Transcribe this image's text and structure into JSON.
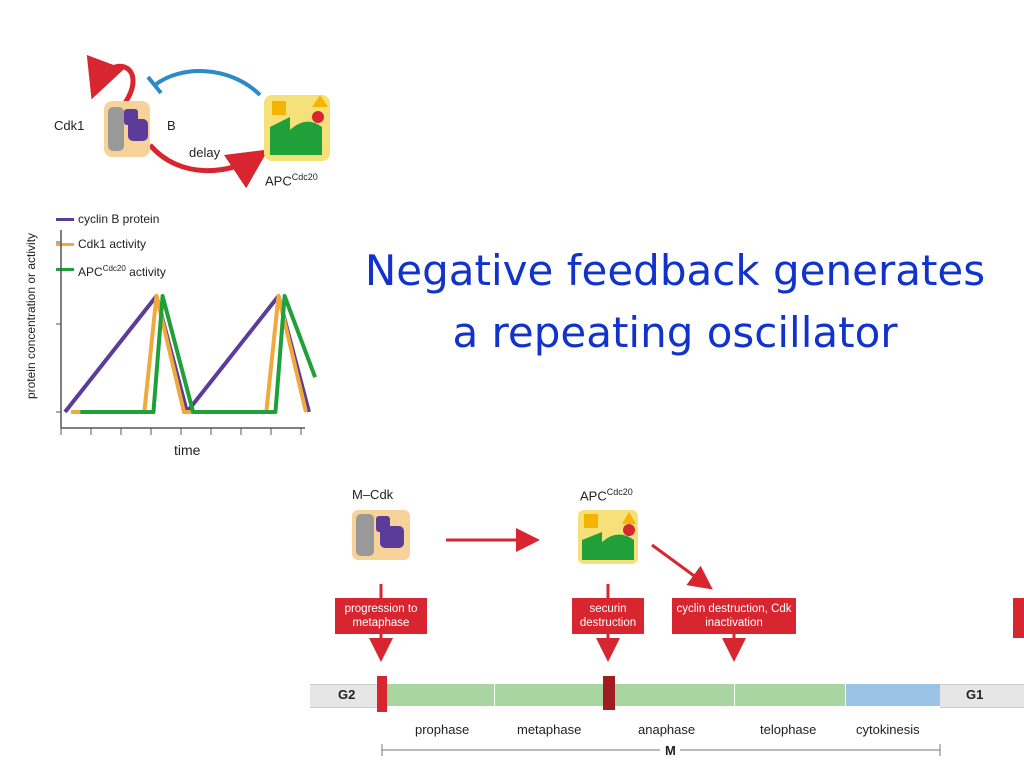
{
  "title_line1": "Negative feedback generates",
  "title_line2": "a repeating oscillator",
  "feedback": {
    "cdk1_label": "Cdk1",
    "b_label": "B",
    "delay_label": "delay",
    "apc_label": "APC",
    "apc_sup": "Cdc20"
  },
  "chart": {
    "ylabel": "protein concentration or activity",
    "xlabel": "time",
    "legend": [
      {
        "label": "cyclin B protein",
        "sup": "",
        "suffix": "",
        "color": "#5b3c9a"
      },
      {
        "label": "Cdk1 activity",
        "sup": "",
        "suffix": "",
        "color": "#f2a93b"
      },
      {
        "label": "APC",
        "sup": "Cdc20",
        "suffix": " activity",
        "color": "#1fa038"
      }
    ]
  },
  "chart_data": {
    "type": "line",
    "xlabel": "time",
    "ylabel": "protein concentration or activity",
    "series": [
      {
        "name": "cyclin B protein",
        "color": "#5b3c9a",
        "points": [
          [
            0,
            0
          ],
          [
            3,
            1
          ],
          [
            4,
            0
          ],
          [
            7,
            1
          ],
          [
            8,
            0
          ]
        ]
      },
      {
        "name": "Cdk1 activity",
        "color": "#f2a93b",
        "points": [
          [
            0.2,
            0
          ],
          [
            2.6,
            0
          ],
          [
            3,
            1
          ],
          [
            3.9,
            0
          ],
          [
            6.6,
            0
          ],
          [
            7,
            1
          ],
          [
            7.9,
            0
          ]
        ]
      },
      {
        "name": "APC Cdc20 activity",
        "color": "#1fa038",
        "points": [
          [
            0.5,
            0
          ],
          [
            2.9,
            0
          ],
          [
            3.2,
            1
          ],
          [
            4.2,
            0
          ],
          [
            6.9,
            0
          ],
          [
            7.2,
            1
          ],
          [
            8.2,
            0.3
          ]
        ]
      }
    ]
  },
  "lower": {
    "mcdk_label": "M–Cdk",
    "apc_label": "APC",
    "apc_sup": "Cdc20",
    "box1": "progression to metaphase",
    "box2": "securin destruction",
    "box3": "cyclin destruction, Cdk inactivation",
    "g2": "G2",
    "g1": "G1",
    "phases": [
      "prophase",
      "metaphase",
      "anaphase",
      "telophase",
      "cytokinesis"
    ],
    "m_label": "M"
  },
  "colors": {
    "title": "#1133cc",
    "red": "#d7262f",
    "green_bar": "#a8d5a0",
    "blue_bar": "#9bc3e6",
    "grey_bar": "#e6e6e6"
  }
}
